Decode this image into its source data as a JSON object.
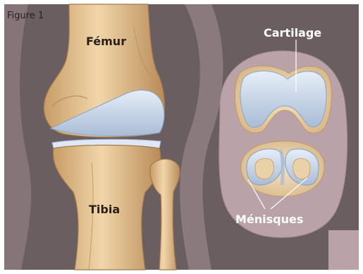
{
  "figure": {
    "caption": "Figure 1",
    "labels": {
      "femur": "Fémur",
      "tibia": "Tibia",
      "cartilage": "Cartilage",
      "menisques": "Ménisques"
    }
  },
  "colors": {
    "background": "#6b5e61",
    "skin": "#b9a2a8",
    "bone": "#e8c99a",
    "bone_shadow": "#c9a06c",
    "cartilage": "#c8d6e8",
    "label_text": "#ffffff",
    "caption_text": "#222222"
  }
}
